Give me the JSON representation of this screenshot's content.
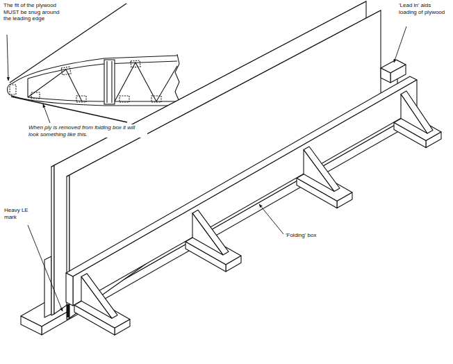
{
  "diagram": {
    "labels": [
      "The fit of the plywood MUST be snug around the leading edge",
      "When ply is removed from folding box it will look something like this.",
      "'Lead in' aids loading of plywood",
      "Heavy LE mark",
      "'Folding' box"
    ]
  }
}
